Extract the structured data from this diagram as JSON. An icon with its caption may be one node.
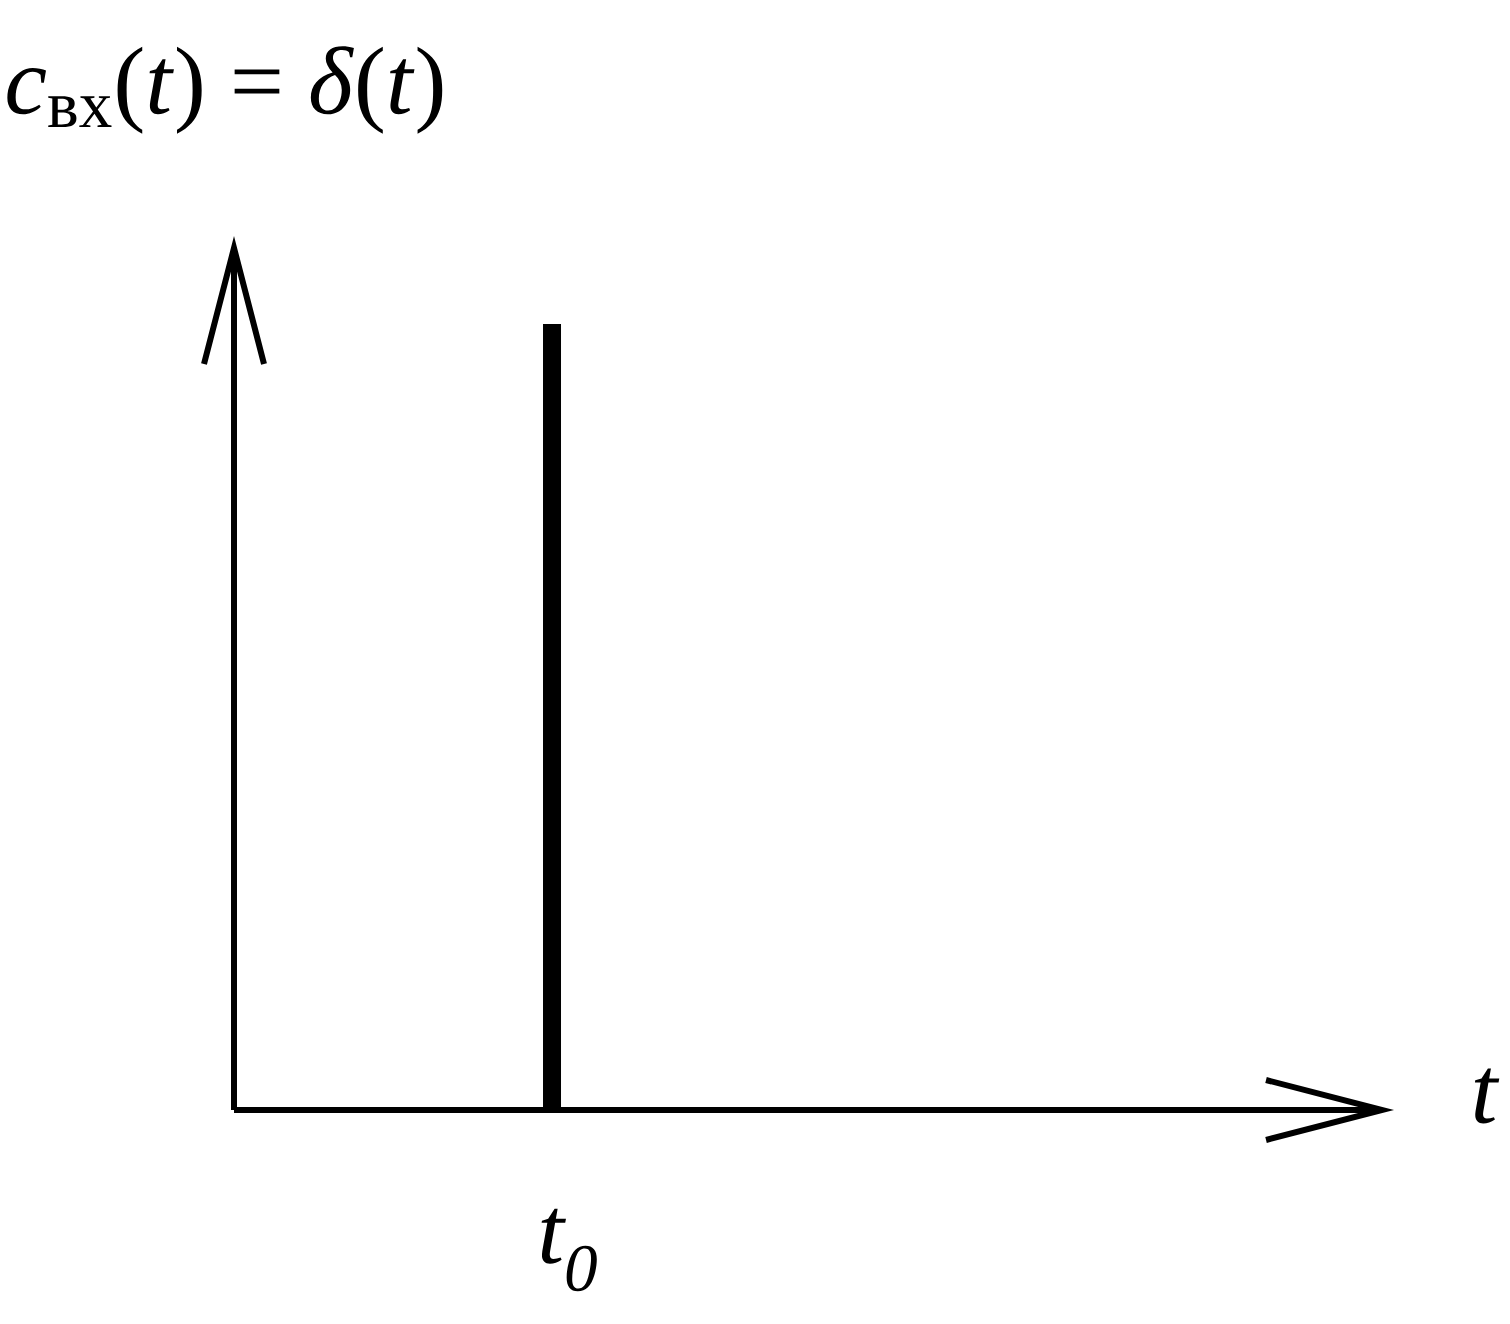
{
  "diagram": {
    "labels": [
      "*c*$_{вх}$(*t*) = *δ*(*t*)",
      "t",
      "t$_{0}$"
    ]
  }
}
